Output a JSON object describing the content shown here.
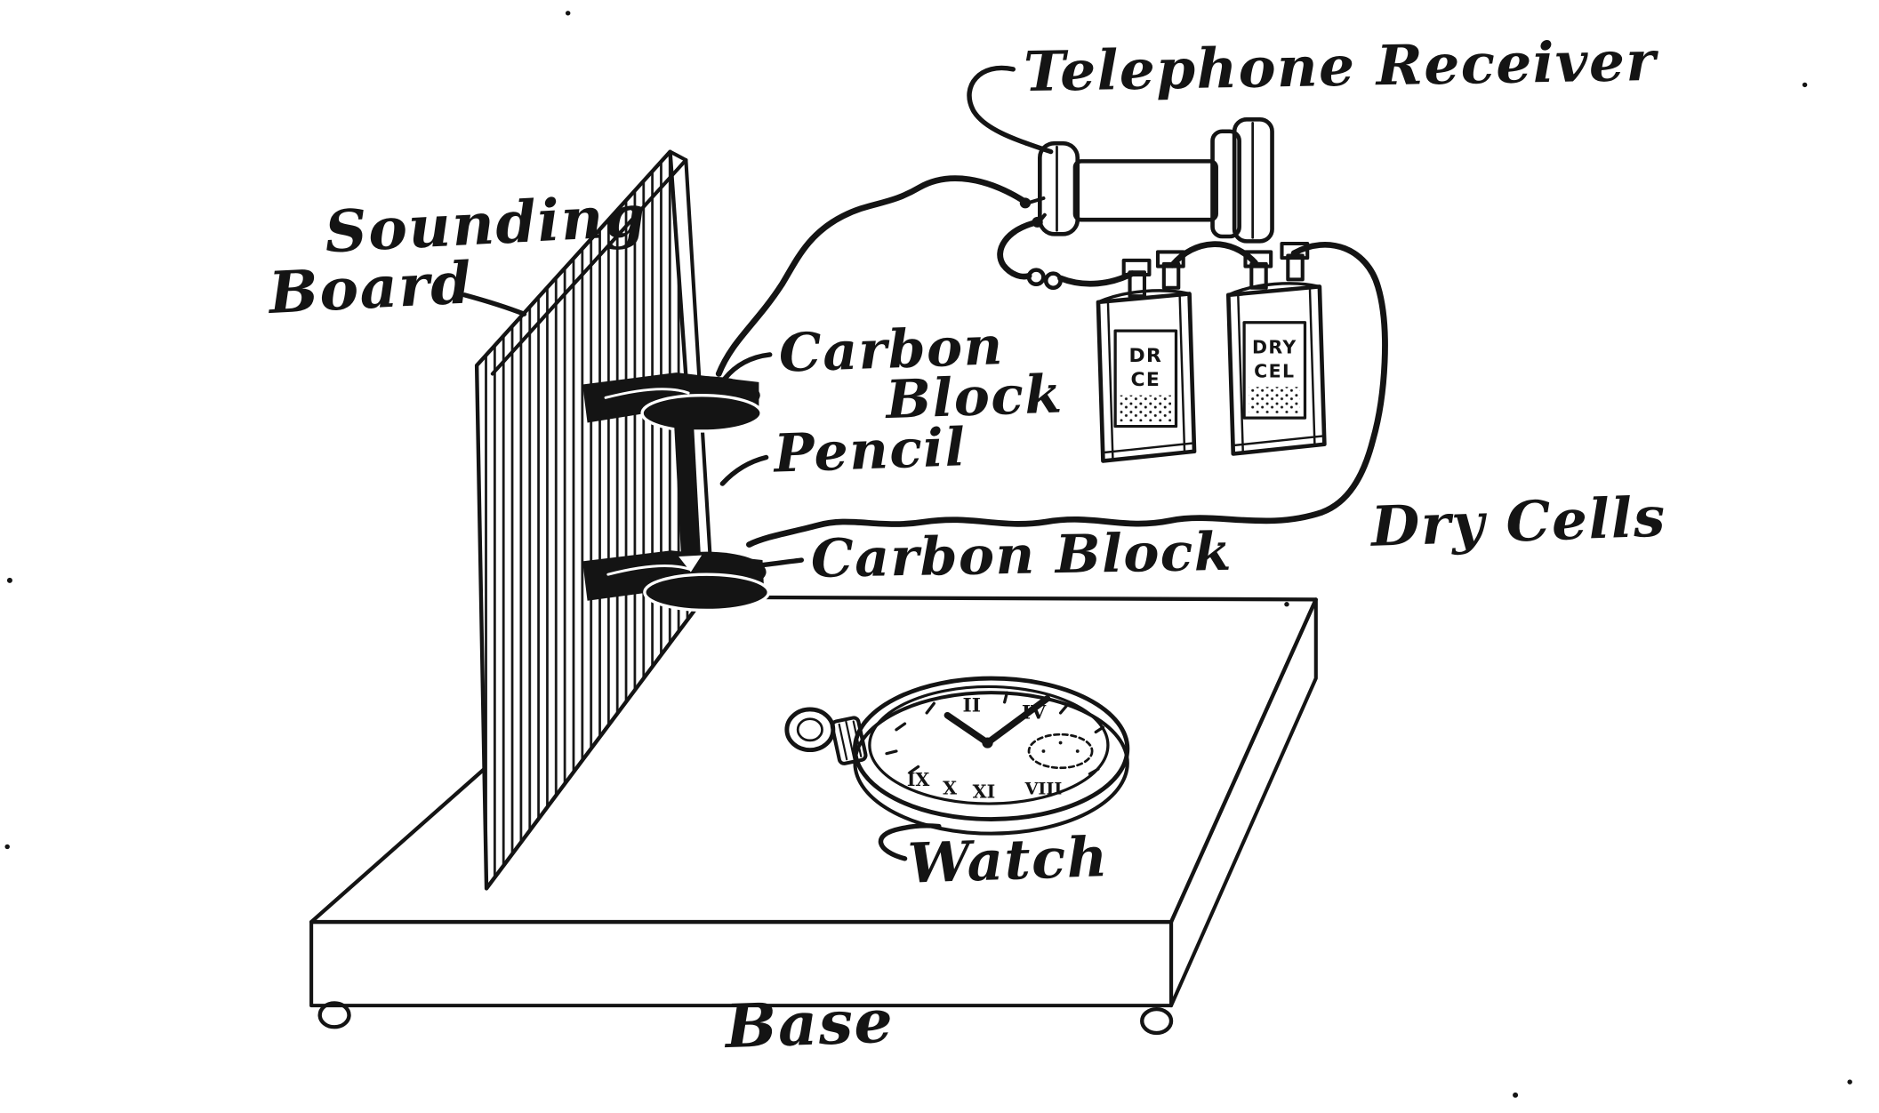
{
  "meta": {
    "background": "#ffffff",
    "ink": "#141414",
    "figure_type": "vintage instructional diagram: carbon microphone / telephone receiver experiment"
  },
  "labels": {
    "telephone_receiver": "Telephone Receiver",
    "sounding_board_line1": "Sounding",
    "sounding_board_line2": "Board",
    "carbon_block_upper_line1": "Carbon",
    "carbon_block_upper_line2": "Block",
    "pencil": "Pencil",
    "carbon_block_lower": "Carbon  Block",
    "dry_cells": "Dry Cells",
    "watch": "Watch",
    "base": "Base"
  },
  "dry_cells": [
    {
      "label_line1": "DR",
      "label_line2": "CE"
    },
    {
      "label_line1": "DRY",
      "label_line2": "CEL"
    }
  ],
  "watch_face": {
    "numerals_top": [
      "II",
      "IV"
    ],
    "numerals_bottom": [
      "IX",
      "X",
      "XI",
      "VIII"
    ]
  }
}
